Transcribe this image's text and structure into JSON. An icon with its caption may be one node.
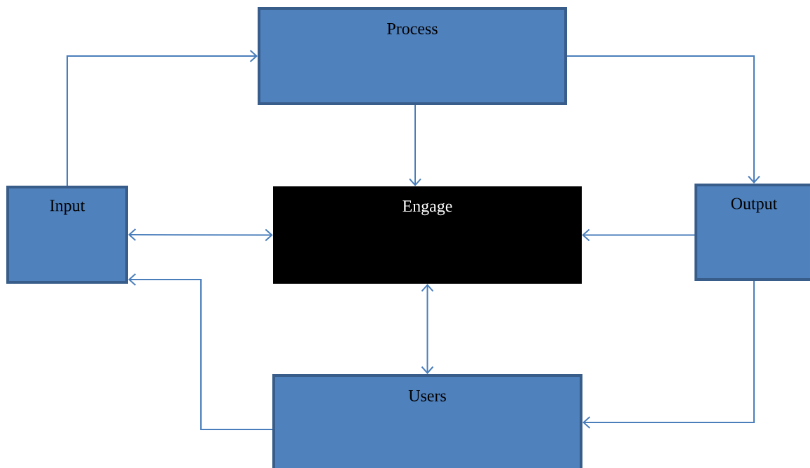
{
  "diagram": {
    "nodes": [
      {
        "text": [
          "Process"
        ]
      },
      {
        "text": [
          "Input"
        ]
      },
      {
        "text": [
          "Engage"
        ]
      },
      {
        "text": [
          "Output"
        ]
      },
      {
        "text": [
          "Users"
        ]
      }
    ],
    "edges": [
      {
        "from": 1,
        "to": 0,
        "arrow": "to"
      },
      {
        "from": 0,
        "to": 3,
        "arrow": "to"
      },
      {
        "from": 0,
        "to": 2,
        "arrow": "to"
      },
      {
        "from": 1,
        "to": 2,
        "arrow": "both"
      },
      {
        "from": 3,
        "to": 2,
        "arrow": "to"
      },
      {
        "from": 2,
        "to": 4,
        "arrow": "both"
      },
      {
        "from": 4,
        "to": 1,
        "arrow": "to"
      },
      {
        "from": 3,
        "to": 4,
        "arrow": "to"
      }
    ]
  }
}
